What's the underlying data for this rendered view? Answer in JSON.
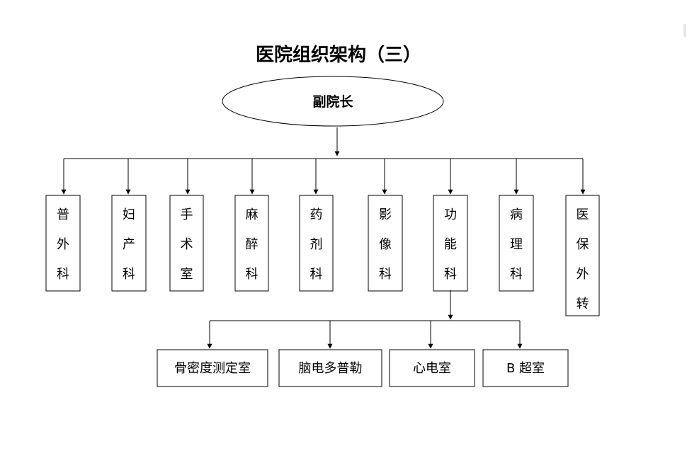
{
  "title": "医院组织架构（三）",
  "root": {
    "label": "副院长"
  },
  "departments": [
    {
      "label": "普外科"
    },
    {
      "label": "妇产科"
    },
    {
      "label": "手术室"
    },
    {
      "label": "麻醉科"
    },
    {
      "label": "药剂科"
    },
    {
      "label": "影像科"
    },
    {
      "label": "功能科"
    },
    {
      "label": "病理科"
    },
    {
      "label": "医保外转"
    }
  ],
  "sub_units_parent": "功能科",
  "sub_units": [
    {
      "label": "骨密度测定室"
    },
    {
      "label": "脑电多普勒"
    },
    {
      "label": "心电室"
    },
    {
      "label": "B 超室"
    }
  ],
  "colors": {
    "line": "#000000",
    "background": "#ffffff"
  }
}
